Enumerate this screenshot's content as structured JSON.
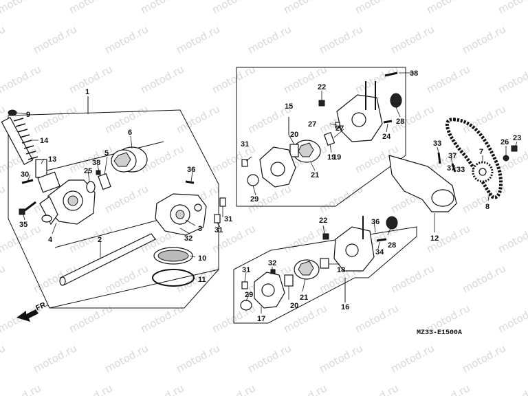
{
  "watermark": "motod.ru",
  "diagram_code": "MZ33-E1500A",
  "front_label": "FR.",
  "callouts": [
    "1",
    "2",
    "3",
    "4",
    "5",
    "6",
    "7",
    "8",
    "9",
    "10",
    "11",
    "12",
    "13",
    "14",
    "15",
    "16",
    "17",
    "18",
    "19",
    "20",
    "21",
    "22",
    "23",
    "24",
    "25",
    "26",
    "27",
    "28",
    "29",
    "30",
    "31",
    "32",
    "33",
    "34",
    "35",
    "36",
    "37",
    "38"
  ]
}
